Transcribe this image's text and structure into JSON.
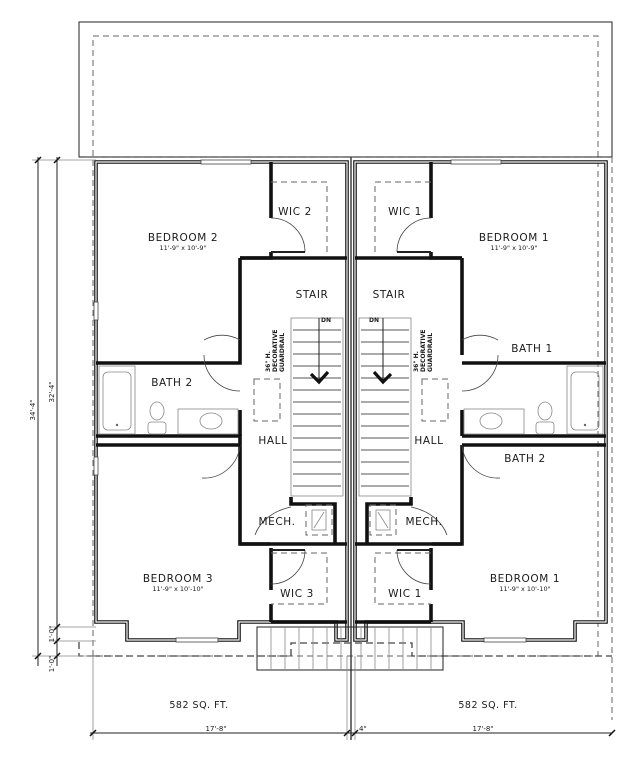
{
  "plan": {
    "units": [
      {
        "side": "left",
        "area": "582 SQ. FT.",
        "width_dim": "17'-8\"",
        "rooms": {
          "bedroom_top": {
            "name": "BEDROOM 2",
            "size": "11'-9\" x 10'-9\""
          },
          "wic_top": "WIC 2",
          "stair": "STAIR",
          "stair_dn": "DN",
          "guardrail": [
            "36\" H.",
            "DECORATIVE",
            "GUARDRAIL"
          ],
          "bath": "BATH 2",
          "hall": "HALL",
          "mech": "MECH.",
          "bedroom_bottom": {
            "name": "BEDROOM 3",
            "size": "11'-9\" x 10'-10\""
          },
          "wic_bottom": "WIC 3"
        }
      },
      {
        "side": "right",
        "area": "582 SQ. FT.",
        "width_dim": "17'-8\"",
        "rooms": {
          "bedroom_top": {
            "name": "BEDROOM 1",
            "size": "11'-9\" x 10'-9\""
          },
          "wic_top": "WIC 1",
          "stair": "STAIR",
          "stair_dn": "DN",
          "guardrail": [
            "36\" H.",
            "DECORATIVE",
            "GUARDRAIL"
          ],
          "bath_top": "BATH 1",
          "bath_bottom": "BATH 2",
          "hall": "HALL",
          "mech": "MECH.",
          "bedroom_bottom": {
            "name": "BEDROOM 1",
            "size": "11'-9\" x 10'-10\""
          },
          "wic_bottom": "WIC 1"
        }
      }
    ],
    "dimensions": {
      "overall_depth": "34'-4\"",
      "building_depth": "32'-4\"",
      "offset_upper": "1'-0\"",
      "offset_lower": "1'-0\"",
      "party_wall": "4\""
    },
    "colors": {
      "line": "#111111",
      "dashed": "#666666",
      "background": "#ffffff"
    }
  }
}
